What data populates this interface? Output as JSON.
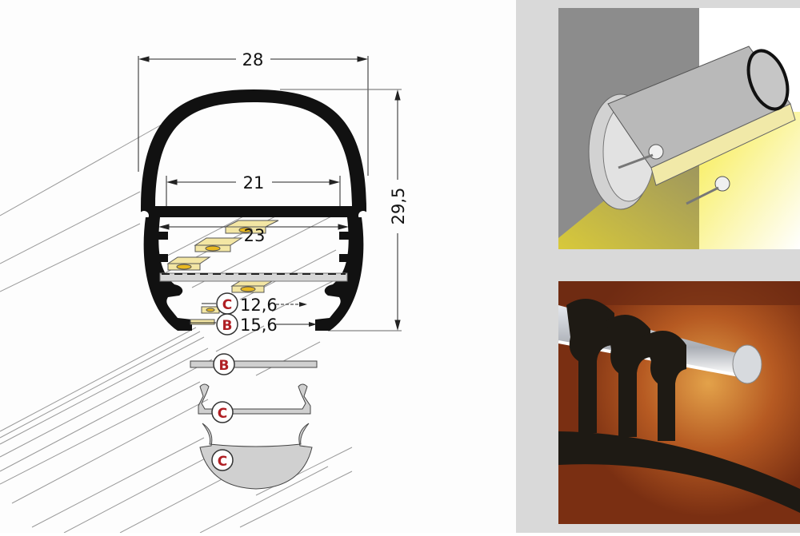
{
  "drawing": {
    "dimensions": {
      "outer_width": "28",
      "inner_width": "21",
      "strip_width": "23",
      "height": "29,5",
      "cover_c_depth": "12,6",
      "cover_b_depth": "15,6"
    },
    "cover_labels": {
      "inline_c": "C",
      "inline_b": "B",
      "cover_b": "B",
      "cover_c_clip": "C",
      "cover_c_round": "C"
    }
  },
  "colors": {
    "profile": "#111111",
    "badge_text": "#b01f24",
    "led_fill": "#f3e6a4",
    "led_dot": "#e8b820",
    "cover_gray": "#d0d0d0",
    "panel_gray": "#d9d9d9",
    "wall_gray": "#8c8c8c",
    "light_yellow": "#f2e23a",
    "wood": "#a04a1c"
  }
}
